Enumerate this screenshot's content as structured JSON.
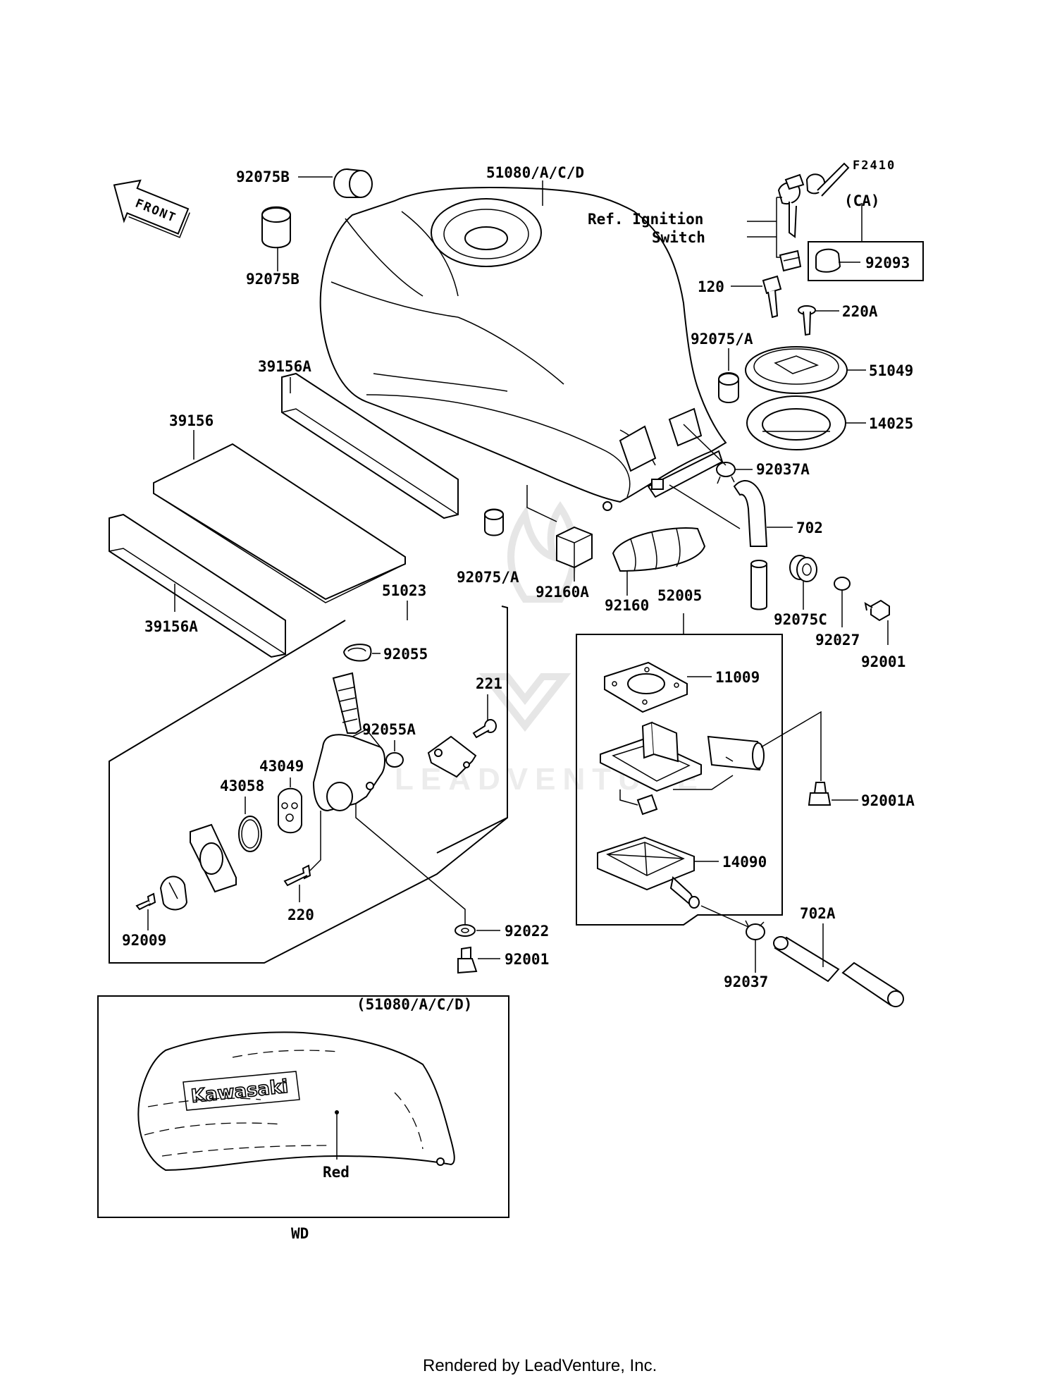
{
  "diagram_code": "F2410",
  "front_marker": "FRONT",
  "ref_note_line1": "Ref. Ignition",
  "ref_note_line2": "Switch",
  "variant_ca": "(CA)",
  "inset_ref": "(51080/A/C/D)",
  "inset_logo": "Kawasaki",
  "inset_color": "Red",
  "inset_variant": "WD",
  "watermark": "LEADVENTURE",
  "footer": "Rendered by LeadVenture, Inc.",
  "parts": [
    {
      "id": "p-92075b-top",
      "number": "92075B"
    },
    {
      "id": "p-51080",
      "number": "51080/A/C/D"
    },
    {
      "id": "p-92075b-left",
      "number": "92075B"
    },
    {
      "id": "p-92093",
      "number": "92093"
    },
    {
      "id": "p-120",
      "number": "120"
    },
    {
      "id": "p-220a",
      "number": "220A"
    },
    {
      "id": "p-92075a-right",
      "number": "92075/A"
    },
    {
      "id": "p-51049",
      "number": "51049"
    },
    {
      "id": "p-39156a-top",
      "number": "39156A"
    },
    {
      "id": "p-39156",
      "number": "39156"
    },
    {
      "id": "p-14025",
      "number": "14025"
    },
    {
      "id": "p-92037a",
      "number": "92037A"
    },
    {
      "id": "p-702",
      "number": "702"
    },
    {
      "id": "p-92075a-left",
      "number": "92075/A"
    },
    {
      "id": "p-92160a",
      "number": "92160A"
    },
    {
      "id": "p-92160",
      "number": "92160"
    },
    {
      "id": "p-51023",
      "number": "51023"
    },
    {
      "id": "p-52005",
      "number": "52005"
    },
    {
      "id": "p-92075c",
      "number": "92075C"
    },
    {
      "id": "p-92027",
      "number": "92027"
    },
    {
      "id": "p-92001-right",
      "number": "92001"
    },
    {
      "id": "p-39156a-bottom",
      "number": "39156A"
    },
    {
      "id": "p-92055",
      "number": "92055"
    },
    {
      "id": "p-221",
      "number": "221"
    },
    {
      "id": "p-11009",
      "number": "11009"
    },
    {
      "id": "p-92055a",
      "number": "92055A"
    },
    {
      "id": "p-43049",
      "number": "43049"
    },
    {
      "id": "p-43058",
      "number": "43058"
    },
    {
      "id": "p-92001a",
      "number": "92001A"
    },
    {
      "id": "p-14090",
      "number": "14090"
    },
    {
      "id": "p-220",
      "number": "220"
    },
    {
      "id": "p-702a",
      "number": "702A"
    },
    {
      "id": "p-92022",
      "number": "92022"
    },
    {
      "id": "p-92009",
      "number": "92009"
    },
    {
      "id": "p-92001-bottom",
      "number": "92001"
    },
    {
      "id": "p-92037",
      "number": "92037"
    }
  ]
}
